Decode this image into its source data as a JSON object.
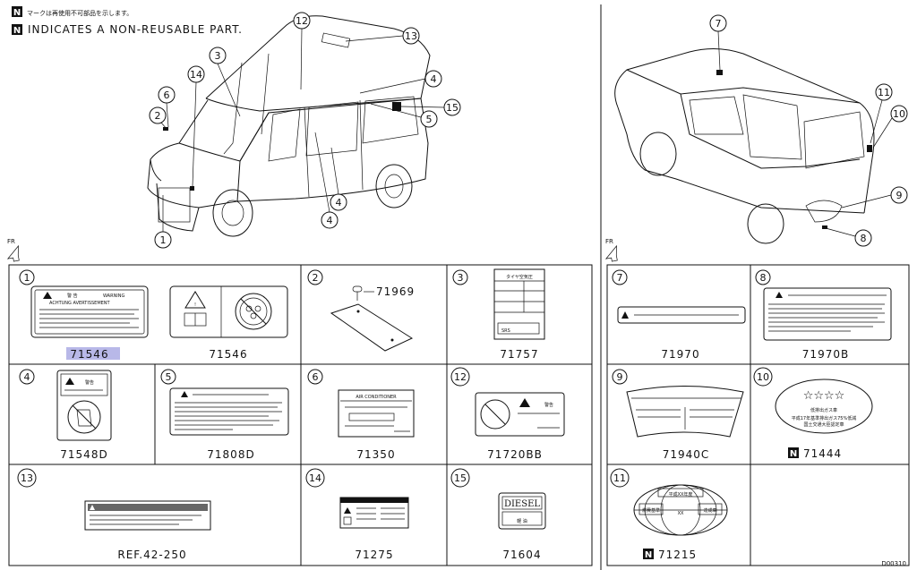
{
  "header": {
    "n_symbol": "N",
    "line_jp": "マークは再使用不可部品を示します。",
    "line_en": "INDICATES A NON-REUSABLE PART."
  },
  "fr_label": "FR",
  "diagram_code": "D00310",
  "callouts_left": [
    "1",
    "2",
    "3",
    "4",
    "4",
    "4",
    "5",
    "6",
    "12",
    "13",
    "14",
    "15"
  ],
  "callouts_right": [
    "7",
    "8",
    "9",
    "10",
    "11"
  ],
  "cells": [
    {
      "n": "1",
      "part": "71546"
    },
    {
      "n": "1",
      "part": "71546"
    },
    {
      "n": "2",
      "part": "71969"
    },
    {
      "n": "3",
      "part": "71757"
    },
    {
      "n": "4",
      "part": "71548D"
    },
    {
      "n": "5",
      "part": "71808D"
    },
    {
      "n": "6",
      "part": "71350"
    },
    {
      "n": "12",
      "part": "71720BB"
    },
    {
      "n": "13",
      "part": "REF.42-250"
    },
    {
      "n": "14",
      "part": "71275"
    },
    {
      "n": "15",
      "part": "71604"
    },
    {
      "n": "7",
      "part": "71970"
    },
    {
      "n": "8",
      "part": "71970B"
    },
    {
      "n": "9",
      "part": "71940C"
    },
    {
      "n": "10",
      "part": "71444",
      "nonreusable": true
    },
    {
      "n": "11",
      "part": "71215",
      "nonreusable": true
    }
  ],
  "label_texts": {
    "warn_title1": "警 告",
    "warn_title2": "WARNING",
    "warn_title3": "ACHTUNG   AVERTISSEMENT",
    "keisoku": "警告",
    "diesel": "DIESEL",
    "keiyu": "軽 油",
    "srs": "SRS",
    "aircon": "AIR CONDITIONER",
    "gas_title": "低排出ガス車",
    "stars": "☆☆☆☆",
    "gas_line2": "平成17年基準排出ガス75%低減",
    "gas_line3": "国土交通大臣認定車",
    "fuel_top": "平成XX年度",
    "fuel_mid": "XX",
    "fuel_left": "燃費基準",
    "fuel_right": "達成車",
    "tire_title": "タイヤ空気圧"
  }
}
